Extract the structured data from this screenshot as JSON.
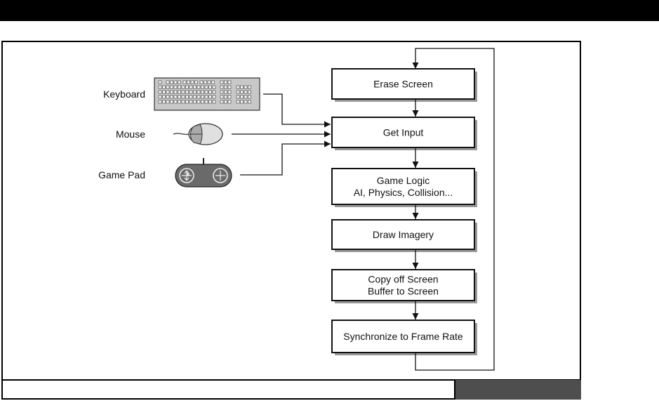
{
  "diagram": {
    "title": "Game Loop",
    "inputs": [
      {
        "label": "Keyboard",
        "icon": "keyboard-icon"
      },
      {
        "label": "Mouse",
        "icon": "mouse-icon"
      },
      {
        "label": "Game Pad",
        "icon": "gamepad-icon"
      }
    ],
    "steps": [
      {
        "lines": [
          "Erase Screen"
        ]
      },
      {
        "lines": [
          "Get Input"
        ]
      },
      {
        "lines": [
          "Game Logic",
          "AI, Physics, Collision..."
        ]
      },
      {
        "lines": [
          "Draw Imagery"
        ]
      },
      {
        "lines": [
          "Copy off Screen",
          "Buffer to Screen"
        ]
      },
      {
        "lines": [
          "Synchronize to Frame Rate"
        ]
      }
    ],
    "colors": {
      "topbar": "#000000",
      "footer_block": "#4e4e4e",
      "device_fill": "#c8c8c8",
      "gamepad_fill": "#6a6a6a",
      "shadow": "#9a9a9a"
    }
  }
}
